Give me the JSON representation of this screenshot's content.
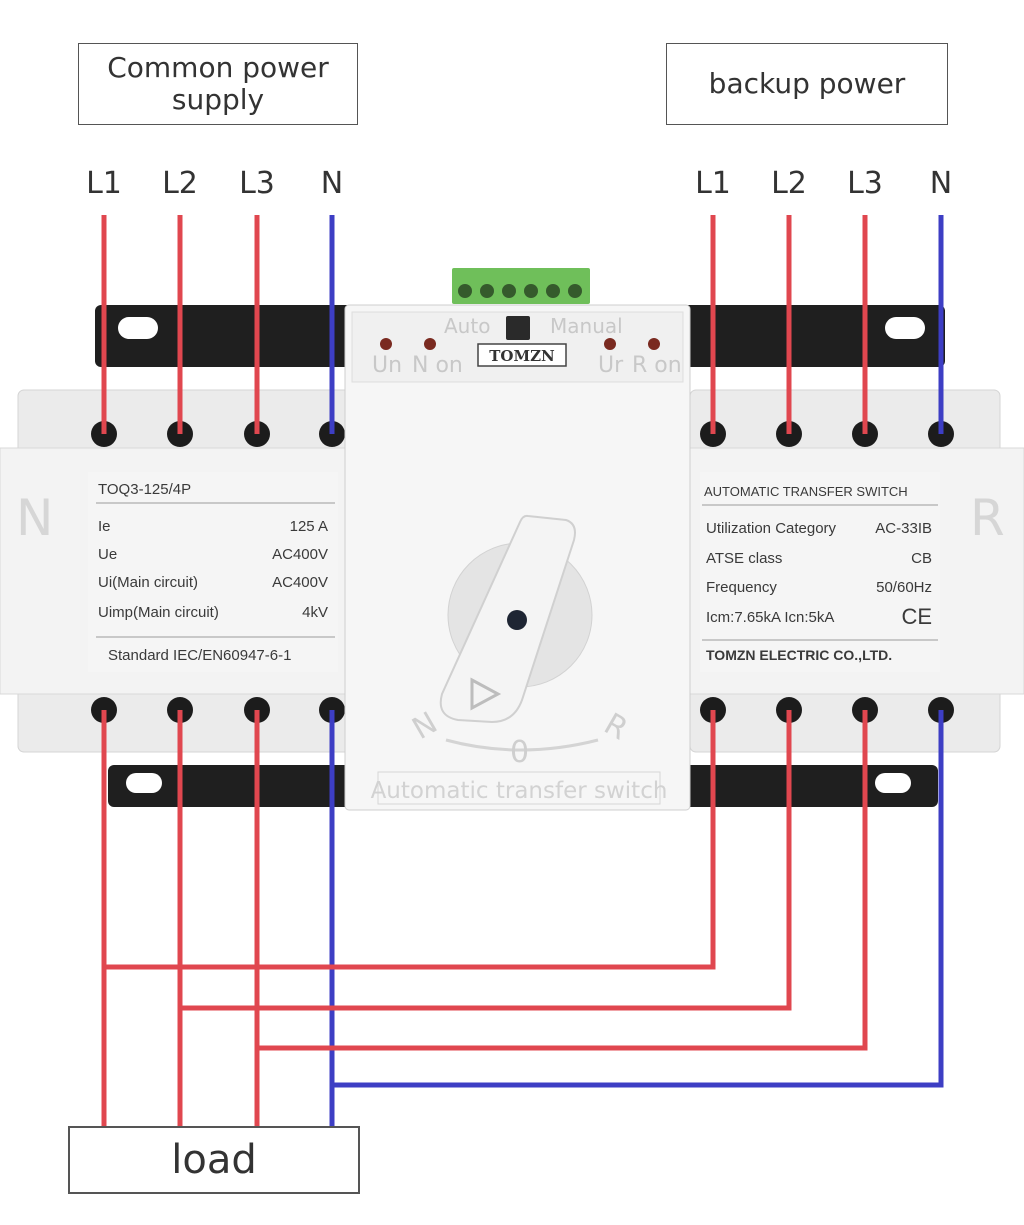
{
  "boxes": {
    "common": "Common power\nsupply",
    "backup": "backup power",
    "load": "load"
  },
  "terminals": {
    "common": [
      "L1",
      "L2",
      "L3",
      "N"
    ],
    "backup": [
      "L1",
      "L2",
      "L3",
      "N"
    ]
  },
  "colors": {
    "phase_wire": "#e0474f",
    "neutral_wire": "#3d3ec4",
    "terminal_block": "#6fbf5a",
    "housing": "#eeeeee",
    "din_rail": "#1f1f1f"
  },
  "device": {
    "brand": "TOMZN",
    "mode_auto": "Auto",
    "mode_manual": "Manual",
    "led_left": [
      "Un",
      "N on"
    ],
    "led_right": [
      "Ur",
      "R on"
    ],
    "side_letter_left": "N",
    "side_letter_right": "R",
    "knob_positions": [
      "N",
      "0",
      "R"
    ],
    "bottom_label": "Automatic transfer switch"
  },
  "left_plate": {
    "model": "TOQ3-125/4P",
    "rows": [
      {
        "key": "Ie",
        "value": "125 A"
      },
      {
        "key": "Ue",
        "value": "AC400V"
      },
      {
        "key": "Ui(Main circuit)",
        "value": "AC400V"
      },
      {
        "key": "Uimp(Main circuit)",
        "value": "4kV"
      }
    ],
    "standard": "Standard IEC/EN60947-6-1"
  },
  "right_plate": {
    "title": "AUTOMATIC TRANSFER SWITCH",
    "rows": [
      {
        "key": "Utilization Category",
        "value": "AC-33IB"
      },
      {
        "key": "ATSE class",
        "value": "CB"
      },
      {
        "key": "Frequency",
        "value": "50/60Hz"
      },
      {
        "key": "Icm:7.65kA Icn:5kA",
        "value": "CE"
      }
    ],
    "maker": "TOMZN ELECTRIC CO.,LTD."
  }
}
